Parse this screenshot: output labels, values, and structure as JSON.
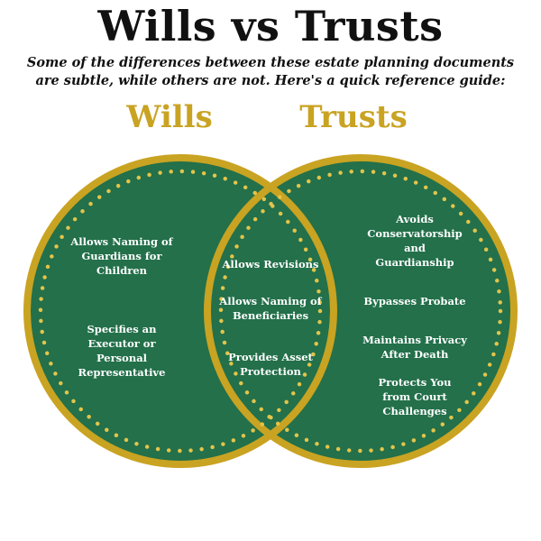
{
  "title": "Wills vs Trusts",
  "subtitle_line1": "Some of the differences between these estate planning documents",
  "subtitle_line2": "are subtle, while others are not. Here's a quick reference guide:",
  "colors": {
    "green": "#23704a",
    "gold": "#c9a322",
    "dot": "#e3c44a",
    "text": "#ffffff"
  },
  "wills": {
    "heading": "Wills",
    "items": [
      [
        "Allows Naming of",
        "Guardians for",
        "Children"
      ],
      [
        "Specifies an",
        "Executor or",
        "Personal",
        "Representative"
      ]
    ]
  },
  "both": {
    "items": [
      [
        "Allows Revisions"
      ],
      [
        "Allows Naming of",
        "Beneficiaries"
      ],
      [
        "Provides Asset",
        "Protection"
      ]
    ]
  },
  "trusts": {
    "heading": "Trusts",
    "items": [
      [
        "Avoids",
        "Conservatorship",
        "and",
        "Guardianship"
      ],
      [
        "Bypasses Probate"
      ],
      [
        "Maintains Privacy",
        "After Death"
      ],
      [
        "Protects You",
        "from Court",
        "Challenges"
      ]
    ]
  }
}
